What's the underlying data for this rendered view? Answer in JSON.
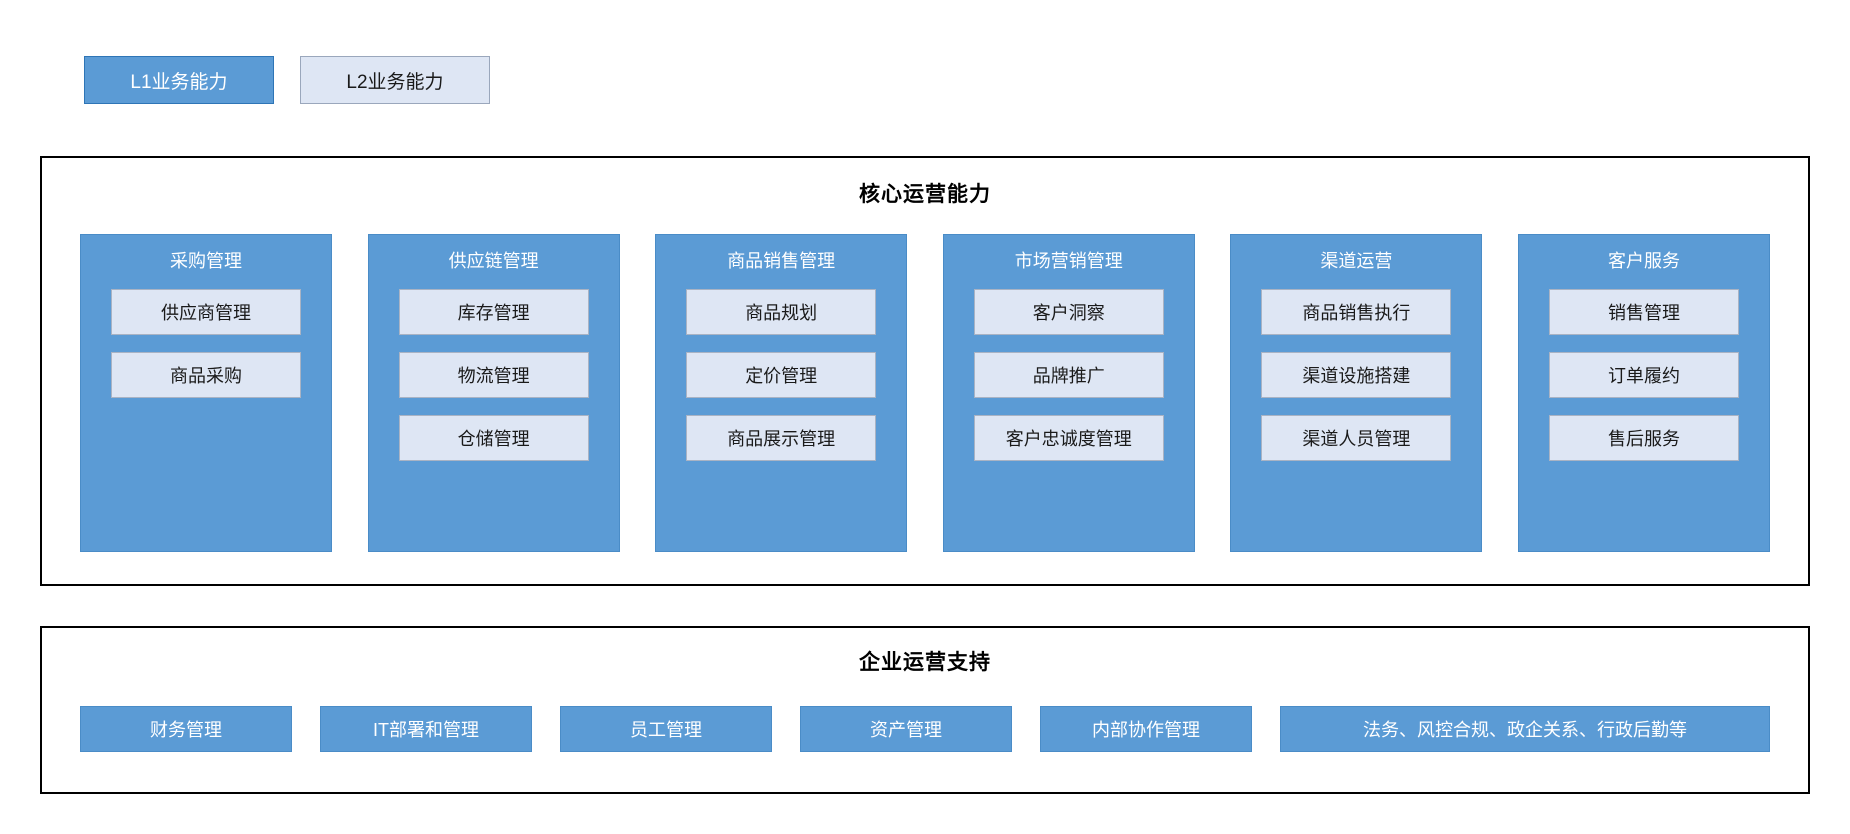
{
  "legend": {
    "l1": "L1业务能力",
    "l2": "L2业务能力"
  },
  "core_panel": {
    "title": "核心运营能力",
    "columns": [
      {
        "title": "采购管理",
        "items": [
          "供应商管理",
          "商品采购"
        ]
      },
      {
        "title": "供应链管理",
        "items": [
          "库存管理",
          "物流管理",
          "仓储管理"
        ]
      },
      {
        "title": "商品销售管理",
        "items": [
          "商品规划",
          "定价管理",
          "商品展示管理"
        ]
      },
      {
        "title": "市场营销管理",
        "items": [
          "客户洞察",
          "品牌推广",
          "客户忠诚度管理"
        ]
      },
      {
        "title": "渠道运营",
        "items": [
          "商品销售执行",
          "渠道设施搭建",
          "渠道人员管理"
        ]
      },
      {
        "title": "客户服务",
        "items": [
          "销售管理",
          "订单履约",
          "售后服务"
        ]
      }
    ]
  },
  "support_panel": {
    "title": "企业运营支持",
    "items": [
      "财务管理",
      "IT部署和管理",
      "员工管理",
      "资产管理",
      "内部协作管理",
      "法务、风控合规、政企关系、行政后勤等"
    ]
  },
  "colors": {
    "l1_fill": "#5B9BD5",
    "l1_border": "#4A8CC7",
    "l2_fill": "#DEE6F4",
    "l2_border": "#A9B3C4",
    "panel_border": "#000000",
    "l1_text": "#FFFFFF",
    "l2_text": "#1A1A1A"
  }
}
